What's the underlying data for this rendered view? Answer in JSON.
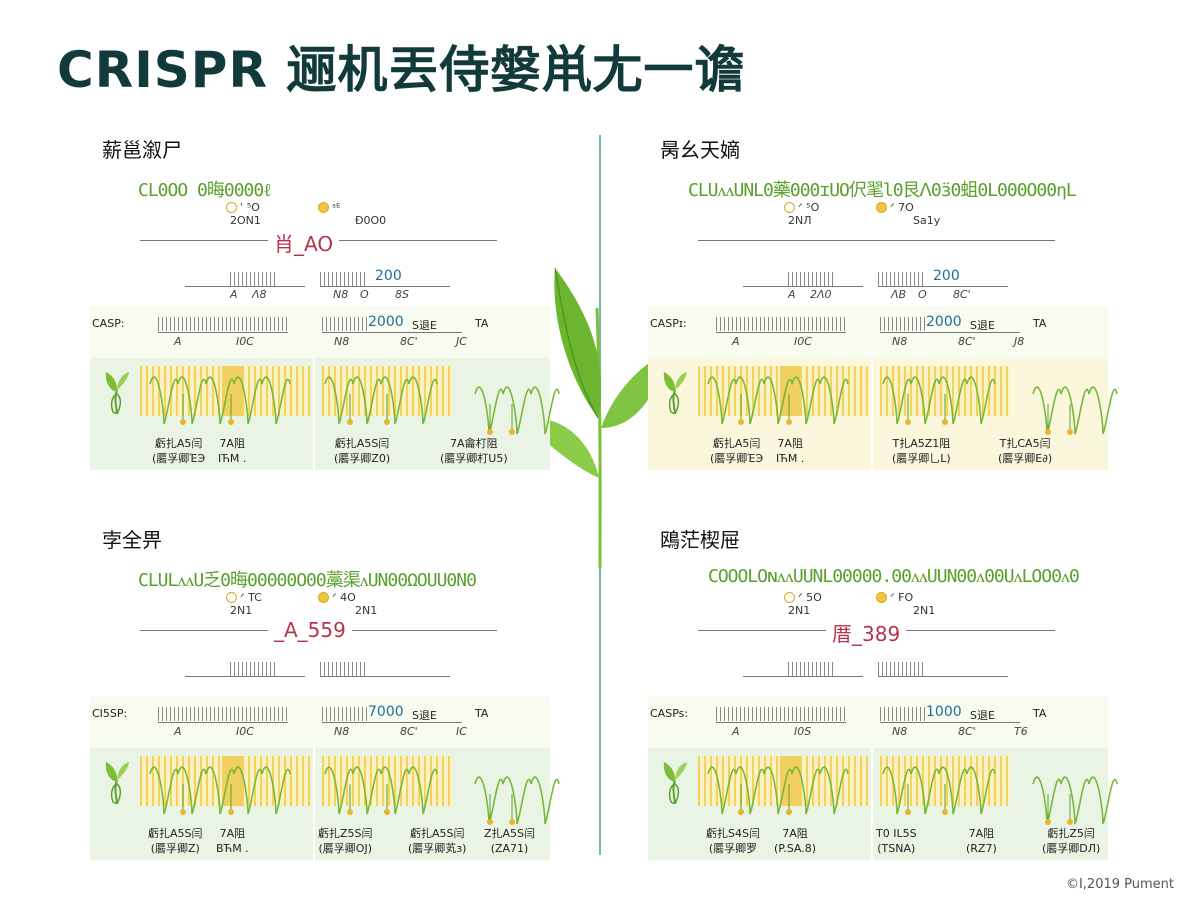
{
  "title": "CRISPR 逦机丟侍媻鼡尢一谵",
  "footer": "©I,2019 Pument",
  "colors": {
    "title": "#123a3a",
    "sequence": "#5aa02c",
    "mid_label": "#b5344c",
    "blue_label": "#1f6f9c",
    "divider": "#7fb7b2",
    "lower_green": "#eaf4e4",
    "lower_yellow": "#fbf7dc"
  },
  "panels": [
    {
      "title": "薪邕溆尸",
      "sequence": "CL0OO 0晦0000ℓ",
      "markers": [
        "ʾ ⁵O",
        "2ON1",
        "ˢᴱ",
        "Ð0O0"
      ],
      "mid_label": "肖_AO",
      "ruler_top": {
        "left": "A",
        "left2": "Ʌ8",
        "mid1": "N8",
        "mid2": "O",
        "mid3": "8S",
        "blue": "200"
      },
      "casp_row": {
        "casp": "CASP:",
        "blue": "2000",
        "x": "S退E",
        "tr": "TA",
        "a": "A",
        "b": "I0C",
        "c": "N8",
        "d": "8C'",
        "e": "JC"
      },
      "lower_style": "green",
      "captions": [
        [
          "虧扎A5闫",
          "(厬孚卿ΈЭ"
        ],
        [
          "7A阻",
          "IЋM ."
        ],
        [
          "虧扎A5S闫",
          "(厬孚卿Z0)"
        ],
        [
          "7A龠朾阻",
          "(厬孚卿朾U5)"
        ]
      ]
    },
    {
      "title": "昺幺天嫡",
      "sequence": "CLUᴧᴧUNL0藥000ɪUO伬毣l0艮ⴷ0ӟ0蛆0L000O00ηL",
      "markers": [
        "ᐟ ⁵O",
        "2NЛ",
        "ᐟ 7O",
        "Sa1y"
      ],
      "mid_label": "",
      "ruler_top": {
        "left": "A",
        "left2": "2Ʌ0",
        "mid1": "ΛB",
        "mid2": "O",
        "mid3": "8C'",
        "blue": "200"
      },
      "casp_row": {
        "casp": "CASPɪ:",
        "blue": "2000",
        "x": "S退E",
        "tr": "TA",
        "a": "A",
        "b": "I0C",
        "c": "N8",
        "d": "8C'",
        "e": "J8"
      },
      "lower_style": "yellow",
      "captions": [
        [
          "虧扎A5闫",
          "(厬孚卿ΈЭ"
        ],
        [
          "7A阻",
          "IЋM ."
        ],
        [
          "T扎A5Z1阻",
          "(厬孚卿乚L)"
        ],
        [
          "T扎CA5闫",
          "(厬孚卿E∂)"
        ]
      ]
    },
    {
      "title": "孛全畀",
      "sequence": "CLULᴧᴧU乏0晦00000O00藁渠ᴧUN00ΩOUU0N0",
      "markers": [
        "ᐟ TC",
        "2N1",
        "ᐟ 4O",
        "2N1"
      ],
      "mid_label": "_A_559",
      "ruler_top": {
        "left": "",
        "left2": "",
        "mid1": "",
        "mid2": "",
        "mid3": "",
        "blue": ""
      },
      "casp_row": {
        "casp": "CI5SP:",
        "blue": "7000",
        "x": "S退E",
        "tr": "TA",
        "a": "A",
        "b": "I0C",
        "c": "N8",
        "d": "8C'",
        "e": "IC"
      },
      "lower_style": "green",
      "captions": [
        [
          "虧扎A5S闫",
          "(厬孚卿Z)"
        ],
        [
          "7A阻",
          "BЋM ."
        ],
        [
          "虧扎Z5S闫",
          "(厬孚卿OJ)"
        ],
        [
          "虧扎A5S闫",
          "(厬孚卿芄ɜ)"
        ],
        [
          "Z扎A5S闫",
          "(ZA71)"
        ]
      ]
    },
    {
      "title": "鴎茫楔屉",
      "sequence": "COOOLOɴᴧᴧUUNL00000.00ᴧᴧUUN00ᴧ00UᴧLOO0ᴧ0",
      "markers": [
        "ᐟ 5O",
        "2N1",
        "ᐟ FO",
        "2N1"
      ],
      "mid_label": "厝_389",
      "ruler_top": {
        "left": "",
        "left2": "",
        "mid1": "",
        "mid2": "",
        "mid3": "",
        "blue": ""
      },
      "casp_row": {
        "casp": "CASPs:",
        "blue": "1000",
        "x": "S退E",
        "tr": "TA",
        "a": "A",
        "b": "I0S",
        "c": "N8",
        "d": "8C'",
        "e": "T6"
      },
      "lower_style": "green",
      "captions": [
        [
          "虧扎S4S闫",
          "(厬孚卿罗"
        ],
        [
          "7A阻",
          "(P.SA.8)"
        ],
        [
          "T0 IL5S",
          "(TSNA)"
        ],
        [
          "7A阻",
          "(RZ7)"
        ],
        [
          "虧扎Z5闫",
          "(厬孚卿DЛ)"
        ]
      ]
    }
  ]
}
